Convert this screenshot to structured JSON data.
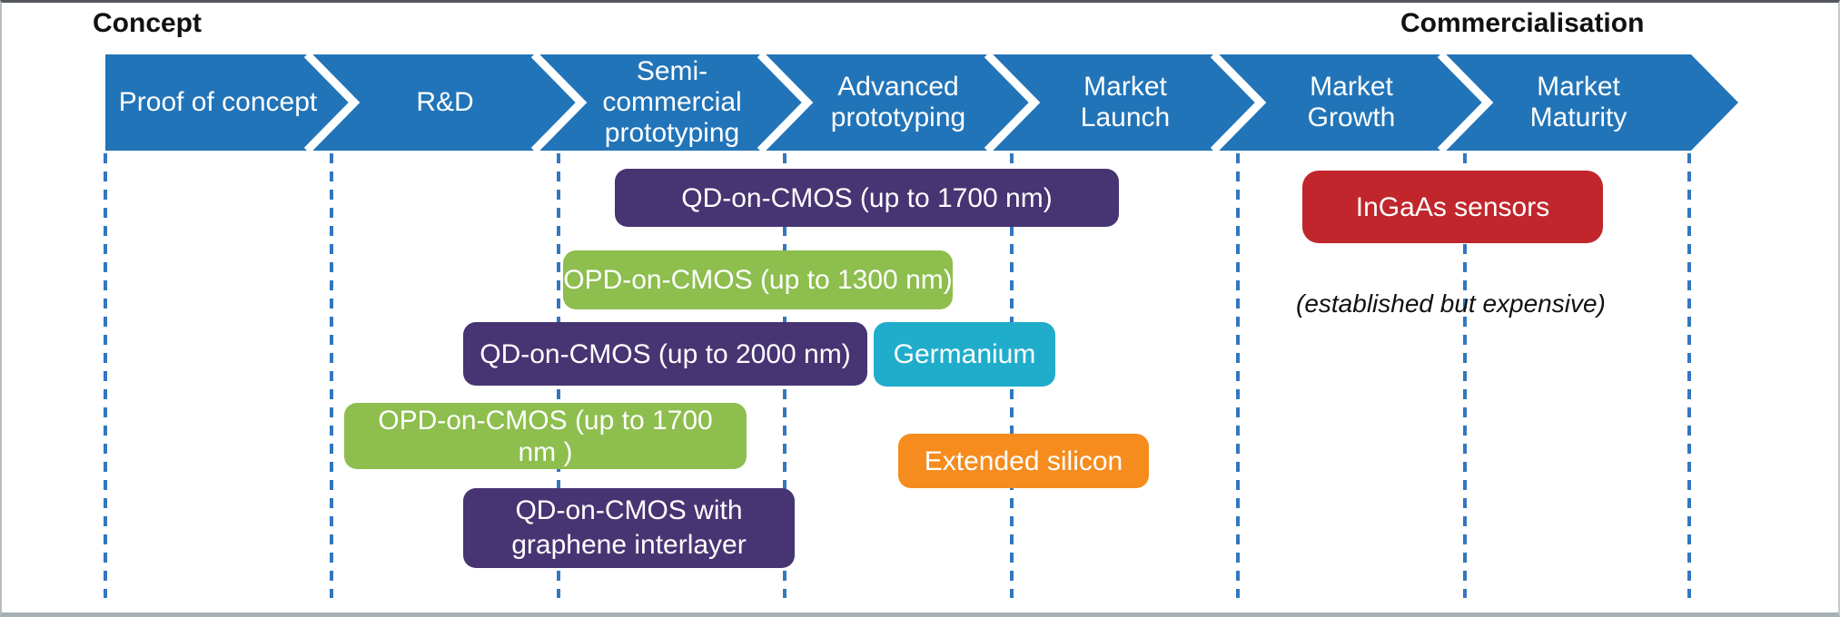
{
  "header": {
    "concept": "Concept",
    "commercialisation": "Commercialisation"
  },
  "timeline": {
    "stages": [
      {
        "id": "proof-of-concept",
        "lines": [
          "Proof of concept"
        ]
      },
      {
        "id": "r-and-d",
        "lines": [
          "R&D"
        ]
      },
      {
        "id": "semi-commercial-prototyping",
        "lines": [
          "Semi-",
          "commercial",
          "prototyping"
        ]
      },
      {
        "id": "advanced-prototyping",
        "lines": [
          "Advanced",
          "prototyping"
        ]
      },
      {
        "id": "market-launch",
        "lines": [
          "Market",
          "Launch"
        ]
      },
      {
        "id": "market-growth",
        "lines": [
          "Market",
          "Growth"
        ]
      },
      {
        "id": "market-maturity",
        "lines": [
          "Market",
          "Maturity"
        ]
      }
    ]
  },
  "boxes": [
    {
      "id": "qd-on-cmos-up-to-1700nm",
      "lines": [
        "QD-on-CMOS (up to 1700 nm)"
      ],
      "color": "#473472"
    },
    {
      "id": "ingaas-sensors",
      "lines": [
        "InGaAs sensors"
      ],
      "color": "#C0262C"
    },
    {
      "id": "opd-on-cmos-up-to-1300nm",
      "lines": [
        "OPD-on-CMOS (up to 1300 nm)"
      ],
      "color": "#8DBE4E"
    },
    {
      "id": "qd-on-cmos-up-to-2000nm",
      "lines": [
        "QD-on-CMOS (up to 2000 nm)"
      ],
      "color": "#473472"
    },
    {
      "id": "germanium",
      "lines": [
        "Germanium"
      ],
      "color": "#20ADCB"
    },
    {
      "id": "opd-on-cmos-up-to-1700nm",
      "lines": [
        "OPD-on-CMOS (up to 1700",
        "nm )"
      ],
      "color": "#8DBE4E"
    },
    {
      "id": "extended-silicon",
      "lines": [
        "Extended silicon"
      ],
      "color": "#F68C1E"
    },
    {
      "id": "qd-on-cmos-graphene",
      "lines": [
        "QD-on-CMOS with",
        "graphene interlayer"
      ],
      "color": "#473472"
    }
  ],
  "annotations": {
    "ingaas_note": "(established but expensive)"
  },
  "colors": {
    "arrow_blue": "#2274B8",
    "dashed_line": "#3377BE",
    "purple": "#473472",
    "green": "#8DBE4E",
    "teal": "#20ADCB",
    "orange": "#F68C1E",
    "red": "#C0262C"
  }
}
